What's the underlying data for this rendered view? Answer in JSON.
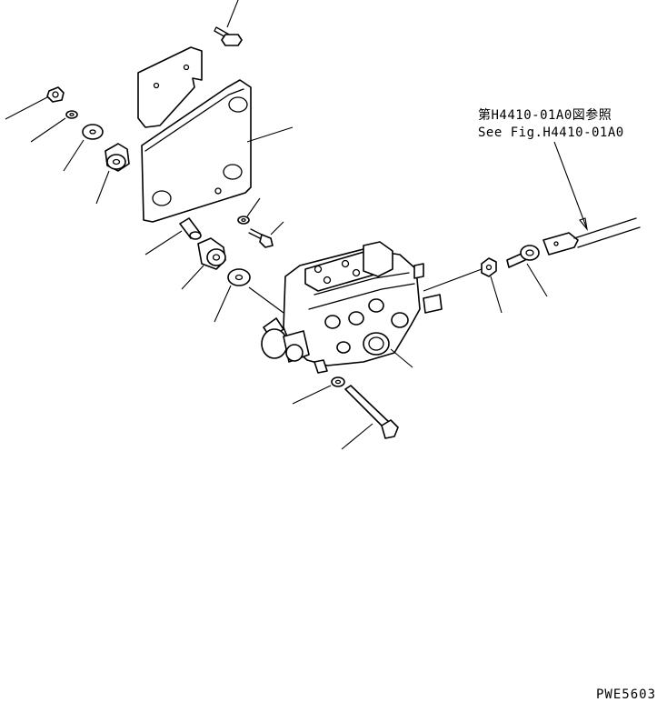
{
  "reference": {
    "line_jp": "第H4410-01A0図参照",
    "line_en": "See Fig.H4410-01A0"
  },
  "drawing_code": "PWE5603"
}
